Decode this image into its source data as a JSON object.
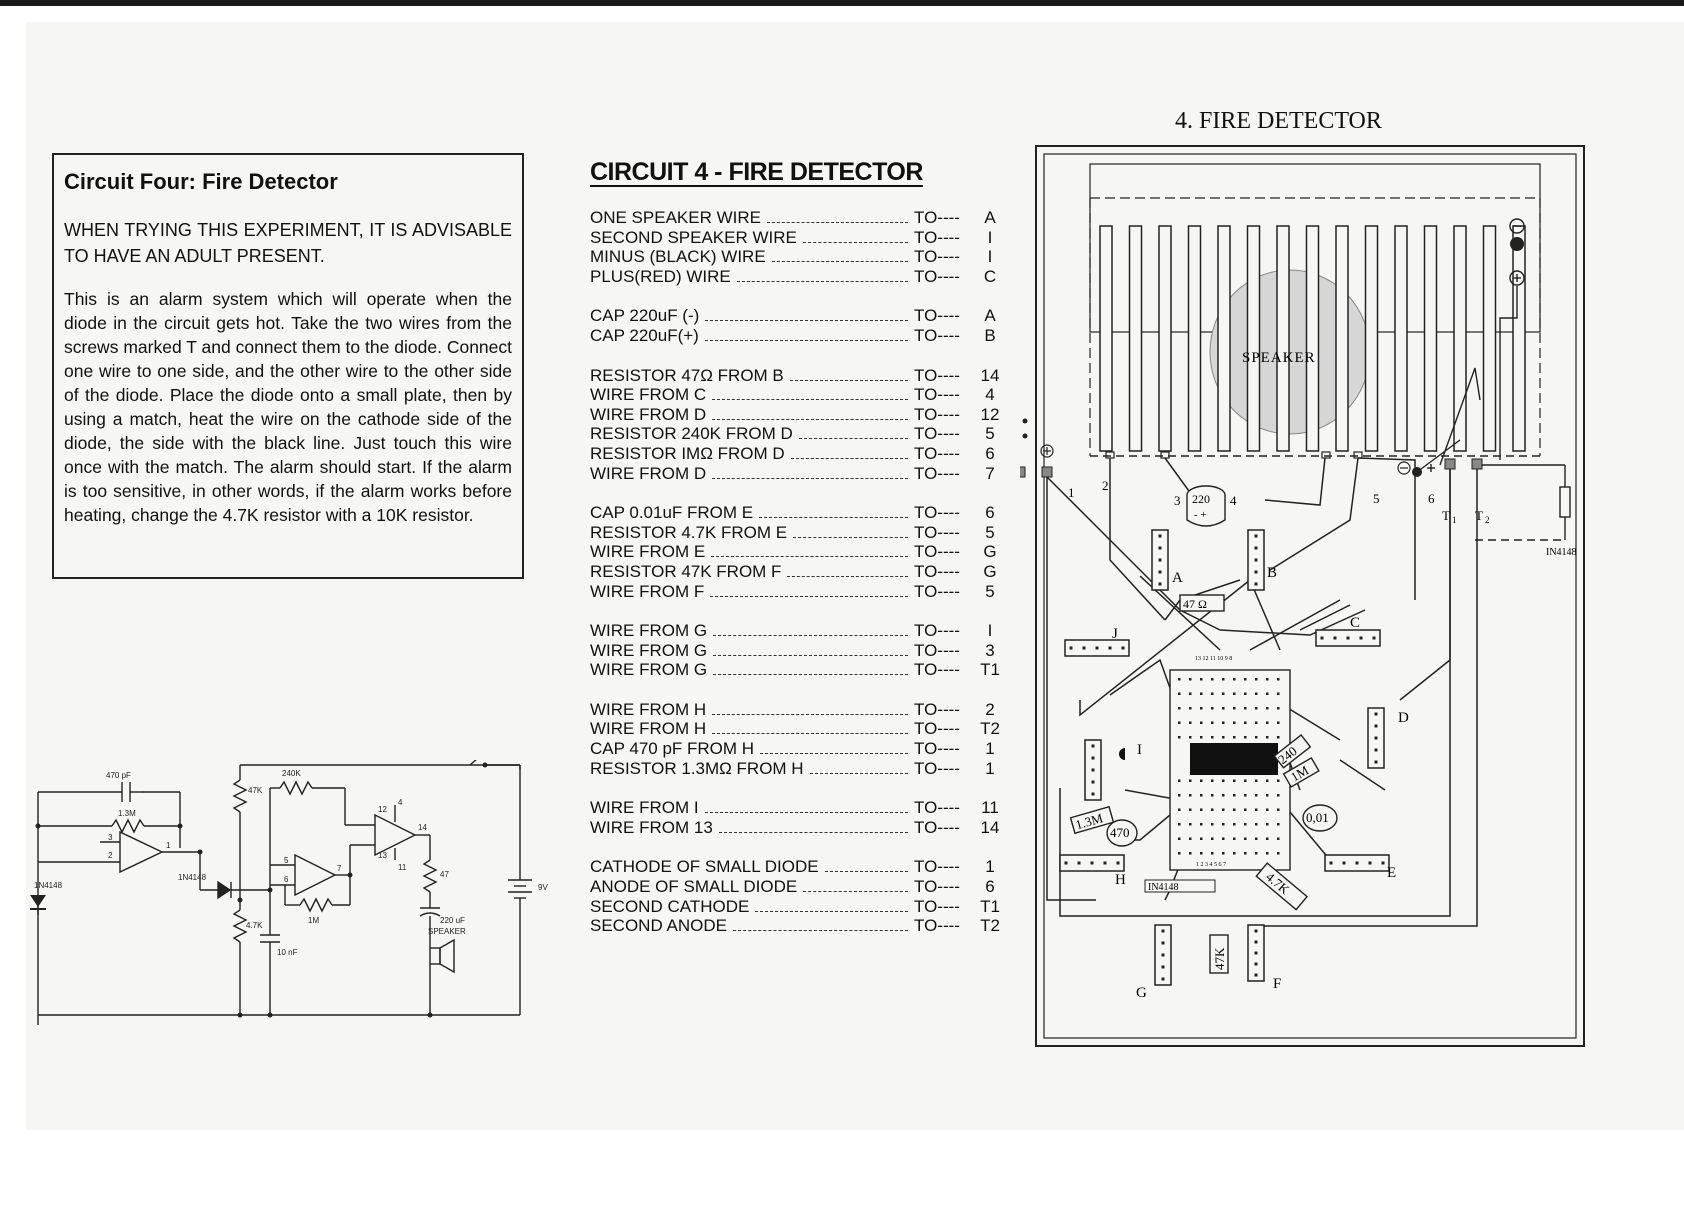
{
  "info_box": {
    "title": "Circuit Four:  Fire Detector",
    "warning": "WHEN TRYING THIS EXPERIMENT, IT IS ADVISABLE TO HAVE AN ADULT PRESENT.",
    "body": "This is an alarm system which will operate when the diode in the circuit gets hot. Take the two wires from the screws marked T and connect them to the diode. Connect one wire to one side, and the other wire to the other side of the diode. Place the diode onto a small plate, then by using a match, heat the wire on the cathode side of the diode, the side with the black line. Just touch this wire once with the match. The alarm should start. If the alarm is too sensitive, in other words, if the alarm works before heating, change the 4.7K resistor with a 10K resistor."
  },
  "wiring": {
    "title": "CIRCUIT 4 - FIRE DETECTOR",
    "to_word": "TO----",
    "groups": [
      [
        {
          "label": "ONE SPEAKER WIRE",
          "target": "A"
        },
        {
          "label": "SECOND SPEAKER WIRE",
          "target": "I"
        },
        {
          "label": "MINUS (BLACK) WIRE",
          "target": "I"
        },
        {
          "label": "PLUS(RED) WIRE",
          "target": "C"
        }
      ],
      [
        {
          "label": "CAP 220uF (-)",
          "target": "A"
        },
        {
          "label": "CAP 220uF(+)",
          "target": "B"
        }
      ],
      [
        {
          "label": "RESISTOR 47Ω FROM B",
          "target": "14"
        },
        {
          "label": "WIRE FROM C",
          "target": "4"
        },
        {
          "label": "WIRE FROM D",
          "target": "12"
        },
        {
          "label": "RESISTOR 240K FROM D",
          "target": "5"
        },
        {
          "label": "RESISTOR IMΩ FROM D",
          "target": "6"
        },
        {
          "label": "WIRE FROM D",
          "target": "7"
        }
      ],
      [
        {
          "label": "CAP 0.01uF FROM E",
          "target": "6"
        },
        {
          "label": "RESISTOR 4.7K FROM E",
          "target": "5"
        },
        {
          "label": "WIRE FROM E",
          "target": "G"
        },
        {
          "label": "RESISTOR 47K FROM F",
          "target": "G"
        },
        {
          "label": "WIRE FROM F",
          "target": "5"
        }
      ],
      [
        {
          "label": "WIRE FROM G",
          "target": "I"
        },
        {
          "label": "WIRE FROM G",
          "target": "3"
        },
        {
          "label": "WIRE FROM G",
          "target": "T1"
        }
      ],
      [
        {
          "label": "WIRE FROM H",
          "target": "2"
        },
        {
          "label": "WIRE FROM H",
          "target": "T2"
        },
        {
          "label": "CAP 470 pF FROM H",
          "target": "1"
        },
        {
          "label": "RESISTOR 1.3MΩ FROM H",
          "target": "1"
        }
      ],
      [
        {
          "label": "WIRE FROM I",
          "target": "11"
        },
        {
          "label": "WIRE FROM 13",
          "target": "14"
        }
      ],
      [
        {
          "label": "CATHODE OF SMALL DIODE",
          "target": "1"
        },
        {
          "label": "ANODE OF SMALL DIODE",
          "target": "6"
        },
        {
          "label": "SECOND CATHODE",
          "target": "T1"
        },
        {
          "label": "SECOND ANODE",
          "target": "T2"
        }
      ]
    ]
  },
  "schematic": {
    "c470": "470 pF",
    "r13m": "1.3M",
    "r47k": "47K",
    "r240k": "240K",
    "r1m": "1M",
    "r47k7": "4.7K",
    "c10n": "10 nF",
    "r47": "47",
    "c220": "220 uF",
    "speaker": "SPEAKER",
    "battery": "9V",
    "diode1": "1N4148",
    "diode2": "1N4148",
    "pins": [
      "3",
      "2",
      "1",
      "5",
      "6",
      "7",
      "12",
      "13",
      "4",
      "14",
      "11"
    ]
  },
  "diagram": {
    "title": "4.  FIRE DETECTOR",
    "speaker": "SPEAKER",
    "cap220": "220",
    "cap_sign": "- +",
    "r47": "47 Ω",
    "r240": "240",
    "r1m": "1M",
    "r13m": "1.3M",
    "c470": "470",
    "c001": "0,01",
    "r47k7": "4.7K",
    "r47k": "47K",
    "diode_label": "IN4148",
    "diode_ext": "IN4148",
    "letters": {
      "a": "A",
      "b": "B",
      "c": "C",
      "d": "D",
      "e": "E",
      "f": "F",
      "g": "G",
      "h": "H",
      "i": "I",
      "j": "J"
    },
    "terminals": {
      "t1": "T",
      "t1s": "1",
      "t2": "T",
      "t2s": "2"
    },
    "screws": [
      "1",
      "2",
      "3",
      "4",
      "5",
      "6"
    ],
    "ic_top": "13 12 11 10 9 8",
    "ic_bottom": "1  2  3  4  5  6  7"
  }
}
